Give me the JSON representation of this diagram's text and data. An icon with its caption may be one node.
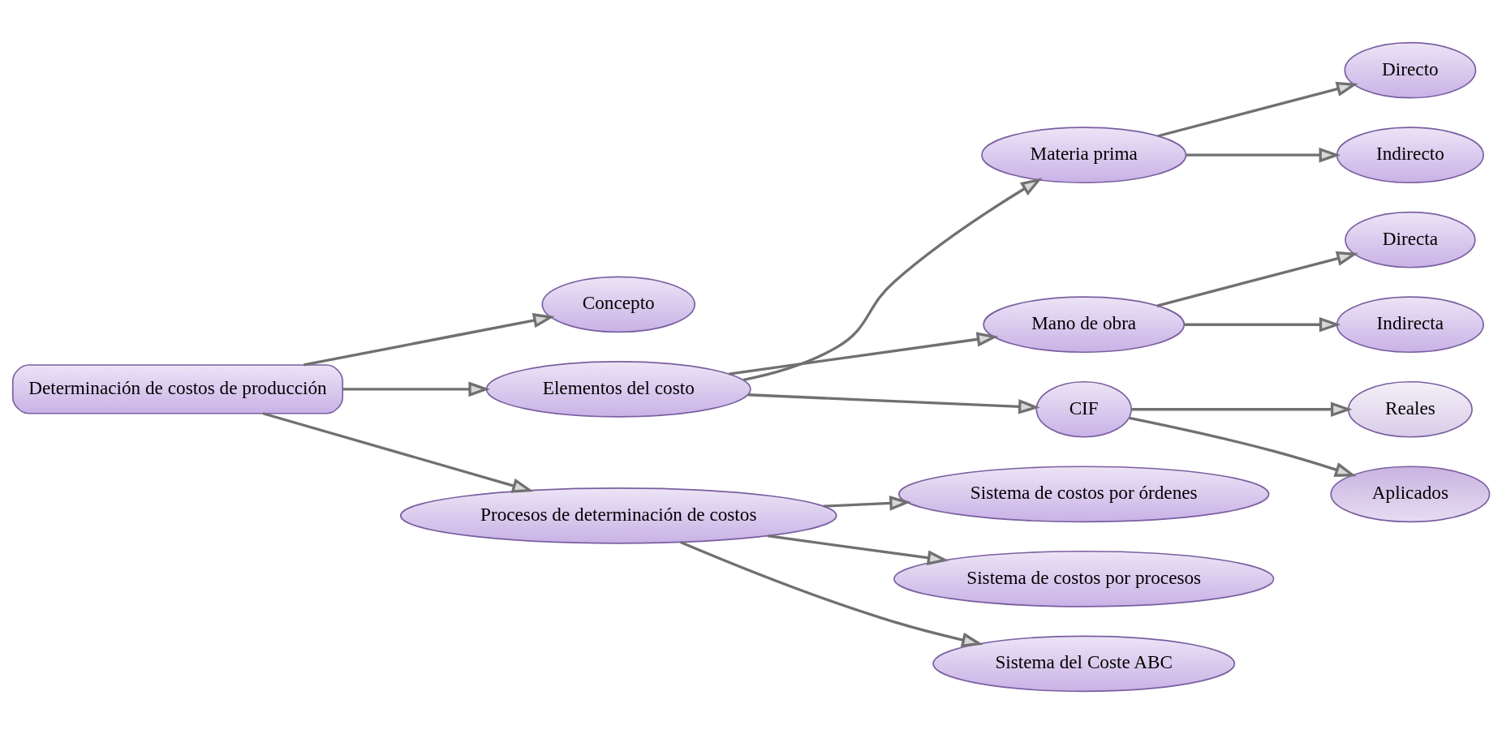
{
  "diagram": {
    "nodes": [
      {
        "text": [
          "Determinación de costos de producción"
        ]
      },
      {
        "text": [
          "Concepto"
        ]
      },
      {
        "text": [
          "Elementos del costo"
        ]
      },
      {
        "text": [
          "Materia prima"
        ]
      },
      {
        "text": [
          "Directo"
        ]
      },
      {
        "text": [
          "Indirecto"
        ]
      },
      {
        "text": [
          "Mano de obra"
        ]
      },
      {
        "text": [
          "Directa"
        ]
      },
      {
        "text": [
          "Indirecta"
        ]
      },
      {
        "text": [
          "CIF"
        ]
      },
      {
        "text": [
          "Reales"
        ]
      },
      {
        "text": [
          "Aplicados"
        ]
      },
      {
        "text": [
          "Procesos de determinación de costos"
        ]
      },
      {
        "text": [
          "Sistema de costos por órdenes"
        ]
      },
      {
        "text": [
          "Sistema de costos por procesos"
        ]
      },
      {
        "text": [
          "Sistema del Coste ABC"
        ]
      }
    ],
    "edges": [
      {
        "from": 0,
        "to": 1,
        "arrow": "to"
      },
      {
        "from": 0,
        "to": 2,
        "arrow": "to"
      },
      {
        "from": 2,
        "to": 3,
        "arrow": "to"
      },
      {
        "from": 3,
        "to": 4,
        "arrow": "to"
      },
      {
        "from": 3,
        "to": 5,
        "arrow": "to"
      },
      {
        "from": 2,
        "to": 6,
        "arrow": "to"
      },
      {
        "from": 6,
        "to": 7,
        "arrow": "to"
      },
      {
        "from": 6,
        "to": 8,
        "arrow": "to"
      },
      {
        "from": 2,
        "to": 9,
        "arrow": "to"
      },
      {
        "from": 9,
        "to": 10,
        "arrow": "to"
      },
      {
        "from": 9,
        "to": 11,
        "arrow": "to"
      },
      {
        "from": 0,
        "to": 12,
        "arrow": "to"
      },
      {
        "from": 12,
        "to": 13,
        "arrow": "to"
      },
      {
        "from": 12,
        "to": 14,
        "arrow": "to"
      },
      {
        "from": 12,
        "to": 15,
        "arrow": "to"
      }
    ]
  }
}
